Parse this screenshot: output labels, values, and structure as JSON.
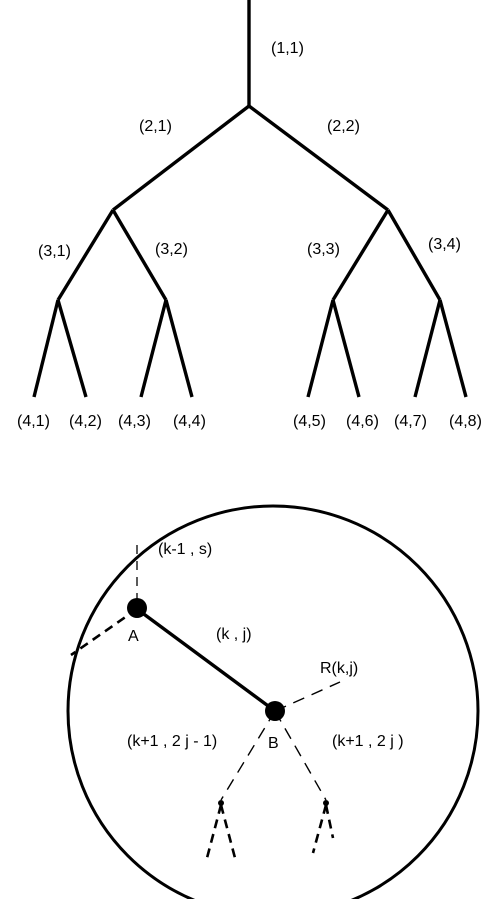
{
  "tree": {
    "edge_labels": {
      "e11": "(1,1)",
      "e21": "(2,1)",
      "e22": "(2,2)",
      "e31": "(3,1)",
      "e32": "(3,2)",
      "e33": "(3,3)",
      "e34": "(3,4)"
    },
    "leaf_labels": [
      "(4,1)",
      "(4,2)",
      "(4,3)",
      "(4,4)",
      "(4,5)",
      "(4,6)",
      "(4,7)",
      "(4,8)"
    ]
  },
  "detail": {
    "parent_edge": "(k-1 , s)",
    "edge": "(k , j)",
    "node_a": "A",
    "node_b": "B",
    "region": "R(k,j)",
    "left_child": "(k+1 , 2 j - 1)",
    "right_child": "(k+1 , 2 j )"
  }
}
